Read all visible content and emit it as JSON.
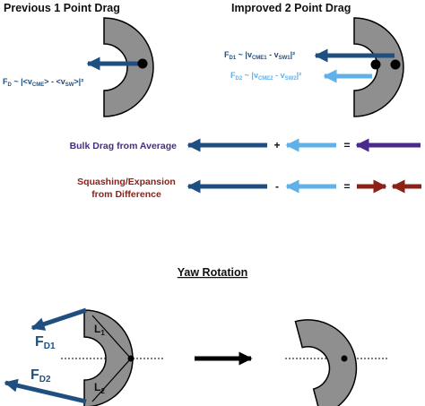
{
  "headings": {
    "previous": "Previous 1 Point Drag",
    "improved": "Improved 2 Point Drag",
    "yaw": "Yaw Rotation"
  },
  "formulas": {
    "single": {
      "prefix": "F",
      "prefix_sub": "D",
      "body": " ~ |<v",
      "v1_sub": "CME",
      "mid": "> - <v",
      "v2_sub": "SW",
      "end": ">|²"
    },
    "f_d1": {
      "prefix": "F",
      "prefix_sub": "D1",
      "body": " ~ |v",
      "v1_sub": "CME1",
      "mid": " - v",
      "v2_sub": "SW1",
      "end": "|²"
    },
    "f_d2": {
      "prefix": "F",
      "prefix_sub": "D2",
      "body": " ~ |v",
      "v1_sub": "CME2",
      "mid": " - v",
      "v2_sub": "SW2",
      "end": "|²"
    }
  },
  "rows": {
    "bulk": {
      "label": "Bulk Drag from Average",
      "op1": "+",
      "op2": "="
    },
    "squash": {
      "label_line1": "Squashing/Expansion",
      "label_line2": "from Difference",
      "op1": "-",
      "op2": "="
    }
  },
  "yaw": {
    "f1": "F",
    "f1_sub": "D1",
    "f2": "F",
    "f2_sub": "D2",
    "l1": "L",
    "l1_sub": "1",
    "l2": "L",
    "l2_sub": "2"
  },
  "colors": {
    "dark_blue": "#1f4f80",
    "light_blue": "#5fb1e8",
    "purple": "#4a2a8a",
    "dark_red": "#8b2218",
    "shield_fill": "#8f8f8f"
  }
}
